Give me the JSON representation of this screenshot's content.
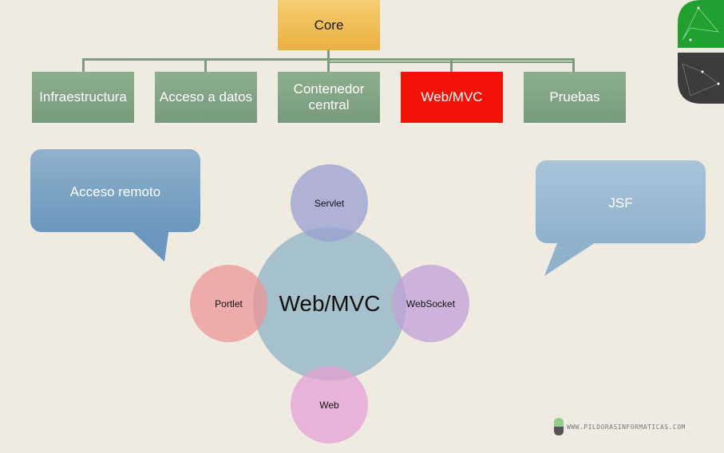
{
  "hierarchy": {
    "root": "Core",
    "modules": [
      {
        "label": "Infraestructura",
        "active": false
      },
      {
        "label": "Acceso a datos",
        "active": false
      },
      {
        "label": "Contenedor central",
        "active": false
      },
      {
        "label": "Web/MVC",
        "active": true
      },
      {
        "label": "Pruebas",
        "active": false
      }
    ]
  },
  "callouts": {
    "left": "Acceso remoto",
    "right": "JSF"
  },
  "venn": {
    "center": "Web/MVC",
    "top": "Servlet",
    "right": "WebSocket",
    "bottom": "Web",
    "left": "Portlet"
  },
  "footer": {
    "url": "WWW.PILDORASINFORMATICAS.COM"
  },
  "colors": {
    "module_green": "#82a385",
    "active_red": "#f21208",
    "core_yellow": "#efbf58",
    "callout_blue": "#7fa4c6"
  }
}
